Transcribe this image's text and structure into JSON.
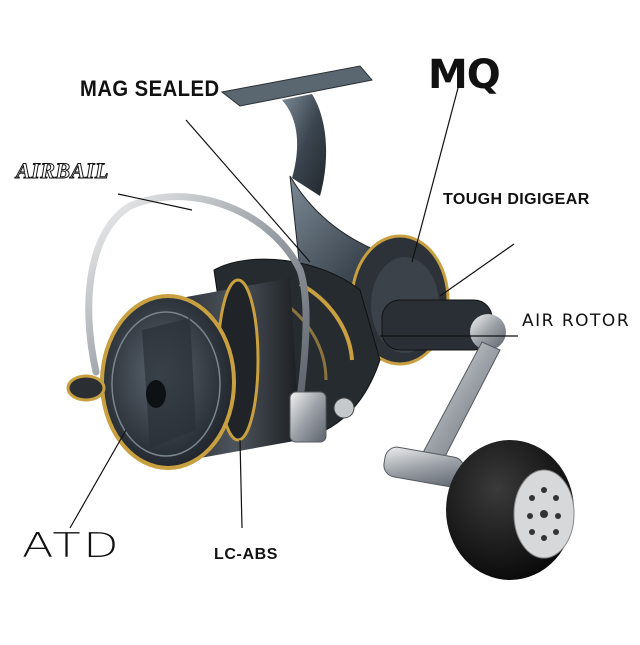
{
  "image_alt": "Spinning fishing reel product photo with feature callouts",
  "labels": {
    "mag_sealed": "MAG SEALED",
    "mq": "MQ",
    "airbail": "AIRBAIL",
    "tough_digigear": "TOUGH DIGIGEAR",
    "air_rotor": "AIR ROTOR",
    "atd": "ATD",
    "lc_abs": "LC-ABS"
  },
  "colors": {
    "background": "#ffffff",
    "gold_accent": "#c9a040",
    "gunmetal": "#4a5560",
    "knob": "#161616"
  }
}
